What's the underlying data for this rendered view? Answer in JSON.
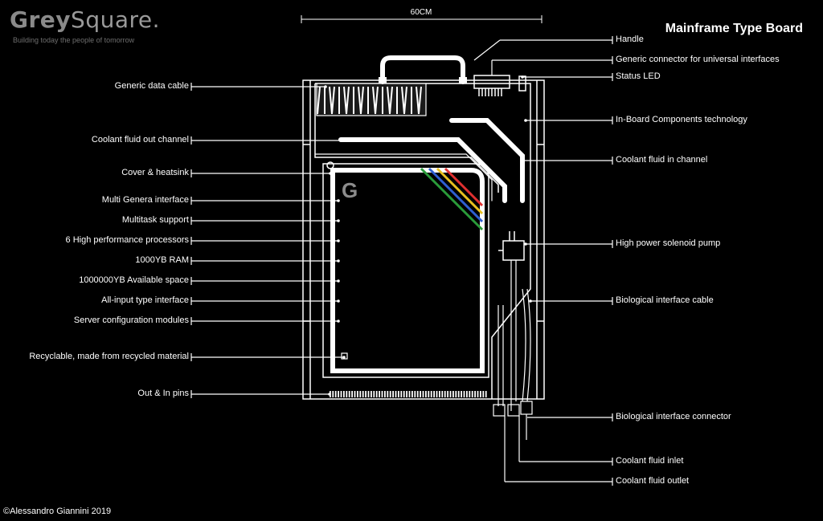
{
  "brand": {
    "name_grey": "Grey",
    "name_square": "Square.",
    "tagline": "Building today the people of tomorrow"
  },
  "title": "Mainframe Type Board",
  "dimension": "60CM",
  "logo_letter": "G",
  "credit": "©Alessandro Giannini 2019",
  "labels_left": [
    {
      "id": "generic-data-cable",
      "text": "Generic data cable"
    },
    {
      "id": "coolant-fluid-out-channel",
      "text": "Coolant fluid out channel"
    },
    {
      "id": "cover-heatsink",
      "text": "Cover & heatsink"
    },
    {
      "id": "multi-genera-interface",
      "text": "Multi Genera interface"
    },
    {
      "id": "multitask-support",
      "text": "Multitask support"
    },
    {
      "id": "high-performance-processors",
      "text": "6 High performance processors"
    },
    {
      "id": "ram",
      "text": "1000YB RAM"
    },
    {
      "id": "available-space",
      "text": "1000000YB Available space"
    },
    {
      "id": "all-input-interface",
      "text": "All-input type interface"
    },
    {
      "id": "server-configuration-modules",
      "text": "Server configuration modules"
    },
    {
      "id": "recyclable",
      "text": "Recyclable, made from recycled material"
    },
    {
      "id": "out-in-pins",
      "text": "Out & In pins"
    }
  ],
  "labels_right": [
    {
      "id": "handle",
      "text": "Handle"
    },
    {
      "id": "generic-connector",
      "text": "Generic connector for universal interfaces"
    },
    {
      "id": "status-led",
      "text": "Status LED"
    },
    {
      "id": "in-board-components",
      "text": "In-Board Components technology"
    },
    {
      "id": "coolant-fluid-in-channel",
      "text": "Coolant fluid in channel"
    },
    {
      "id": "solenoid-pump",
      "text": "High power solenoid pump"
    },
    {
      "id": "biological-interface-cable",
      "text": "Biological interface cable"
    },
    {
      "id": "biological-interface-connector",
      "text": "Biological interface connector"
    },
    {
      "id": "coolant-fluid-inlet",
      "text": "Coolant fluid inlet"
    },
    {
      "id": "coolant-fluid-outlet",
      "text": "Coolant fluid outlet"
    }
  ],
  "colors": {
    "background": "#000000",
    "line": "#ffffff",
    "brand": "#9a9a9a",
    "stripes": [
      "#2a9a3a",
      "#2f5fd0",
      "#e8c020",
      "#e03030"
    ]
  }
}
